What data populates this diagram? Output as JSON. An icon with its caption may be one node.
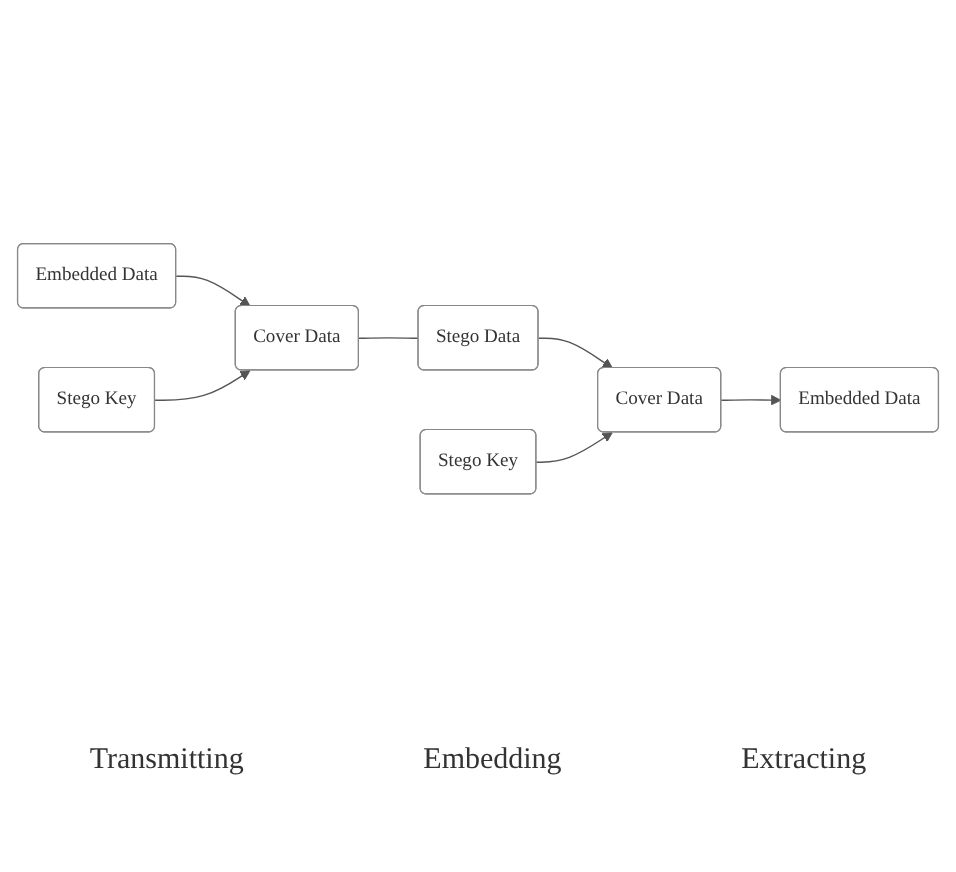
{
  "diagram": {
    "nodes": [
      {
        "text": [
          "Embedded Data"
        ]
      },
      {
        "text": [
          "Embedded Data"
        ]
      },
      {
        "text": [
          "Cover Data"
        ]
      },
      {
        "text": [
          "Stego Data"
        ]
      },
      {
        "text": [
          "Cover Data"
        ]
      },
      {
        "text": [
          "Stego Key"
        ]
      },
      {
        "text": [
          "Stego Key"
        ]
      }
    ],
    "edges": [
      {
        "from": 0,
        "to": 2,
        "arrow": "to"
      },
      {
        "from": 5,
        "to": 2,
        "arrow": "to"
      },
      {
        "from": 2,
        "to": 3,
        "arrow": "none"
      },
      {
        "from": 3,
        "to": 4,
        "arrow": "to"
      },
      {
        "from": 4,
        "to": 1,
        "arrow": "to"
      },
      {
        "from": 6,
        "to": 4,
        "arrow": "to"
      }
    ],
    "labels": [
      "Transmitting",
      "Embedding",
      "Extracting"
    ]
  }
}
